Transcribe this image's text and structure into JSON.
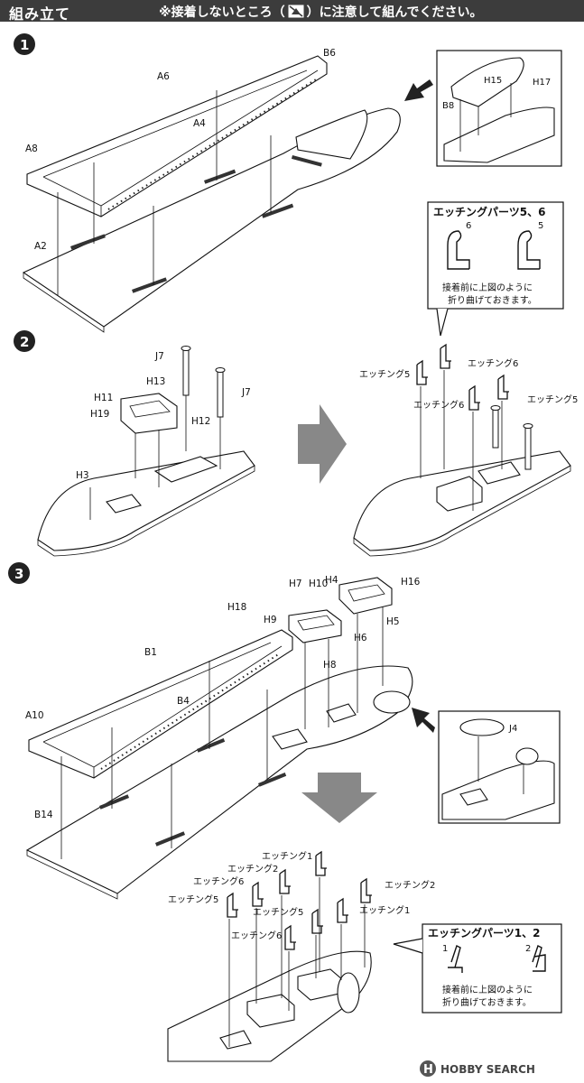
{
  "header": {
    "title": "組み立て",
    "note_prefix": "※接着しないところ（",
    "note_suffix": "）に注意して組んでください。",
    "no_glue_icon": "no-glue-symbol"
  },
  "steps": [
    {
      "number": "1",
      "labels": [
        "B6",
        "A6",
        "A4",
        "A8",
        "A2"
      ],
      "inset_labels": [
        "H15",
        "H17",
        "B8"
      ]
    },
    {
      "number": "2",
      "labels": [
        "J7",
        "H13",
        "H11",
        "H19",
        "H12",
        "J7",
        "H3"
      ],
      "result_labels": [
        "エッチング5",
        "エッチング6",
        "エッチング6",
        "エッチング5"
      ]
    },
    {
      "number": "3",
      "labels": [
        "H18",
        "H7",
        "H10",
        "H4",
        "H16",
        "H9",
        "H5",
        "H6",
        "H8",
        "B1",
        "B4",
        "A10",
        "B14"
      ],
      "inset_labels": [
        "J4"
      ],
      "result_labels": [
        "エッチング1",
        "エッチング2",
        "エッチング6",
        "エッチング5",
        "エッチング5",
        "エッチング6",
        "エッチング2",
        "エッチング1"
      ]
    }
  ],
  "etching_box_56": {
    "title": "エッチングパーツ5、6",
    "part_a": "6",
    "part_b": "5",
    "note_line1": "接着前に上図のように",
    "note_line2": "折り曲げておきます。"
  },
  "etching_box_12": {
    "title": "エッチングパーツ1、2",
    "part_a": "1",
    "part_b": "2",
    "note_line1": "接着前に上図のように",
    "note_line2": "折り曲げておきます。"
  },
  "watermark": {
    "badge": "H",
    "text": "HOBBY SEARCH"
  }
}
